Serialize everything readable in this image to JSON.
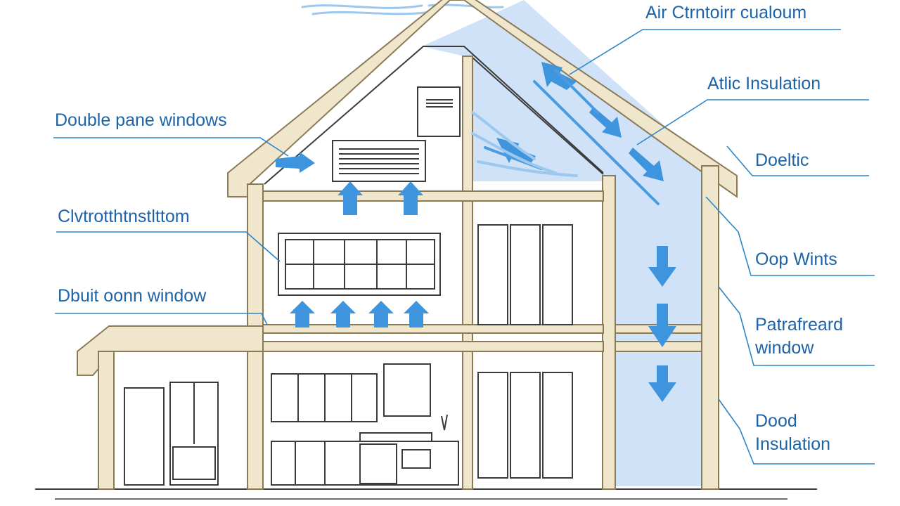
{
  "diagram": {
    "labels": {
      "air_circulation": "Air Ctrntoirr cualoum",
      "attic_insulation": "Atlic Insulation",
      "double_pane_windows": "Double pane windows",
      "doeltic": "Doeltic",
      "civ_insulation": "Clvtrotthtnstlttom",
      "oop_wints": "Oop Wints",
      "dbuit_window": "Dbuit oonn window",
      "patrareard_window": [
        "Patrafreard",
        "window"
      ],
      "dood_insulation": [
        "Dood",
        "Insulation"
      ]
    },
    "colors": {
      "label_text": "#1d63a8",
      "leader_line": "#2a86c9",
      "frame_fill": "#f0e6cc",
      "frame_stroke": "#8b7a56",
      "airflow_fill": "#cfe2f7",
      "arrow": "#3f95dd",
      "line_art": "#3b3b3b"
    },
    "icons": [
      "airflow-arrow-icon",
      "vent-icon",
      "window-icon",
      "door-icon",
      "cabinet-icon",
      "plant-icon"
    ]
  }
}
